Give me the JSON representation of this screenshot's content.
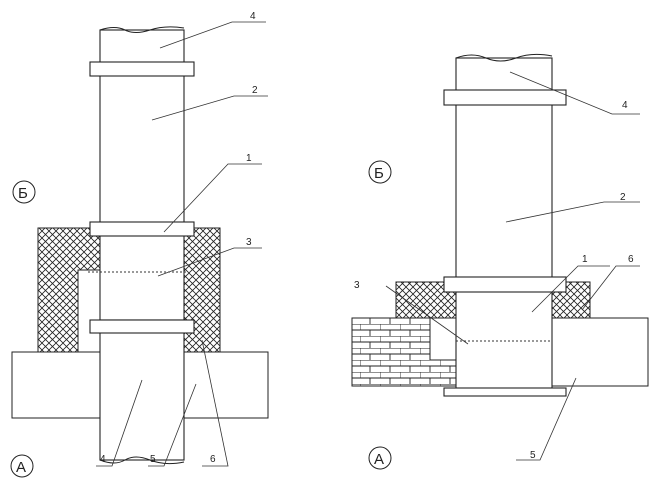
{
  "left_figure": {
    "zone_top": "Б",
    "zone_bottom": "А",
    "callouts": [
      "4",
      "2",
      "1",
      "3",
      "4",
      "5",
      "6"
    ]
  },
  "right_figure": {
    "zone_top": "Б",
    "zone_bottom": "А",
    "callouts": [
      "4",
      "2",
      "1",
      "6",
      "3",
      "5"
    ]
  }
}
